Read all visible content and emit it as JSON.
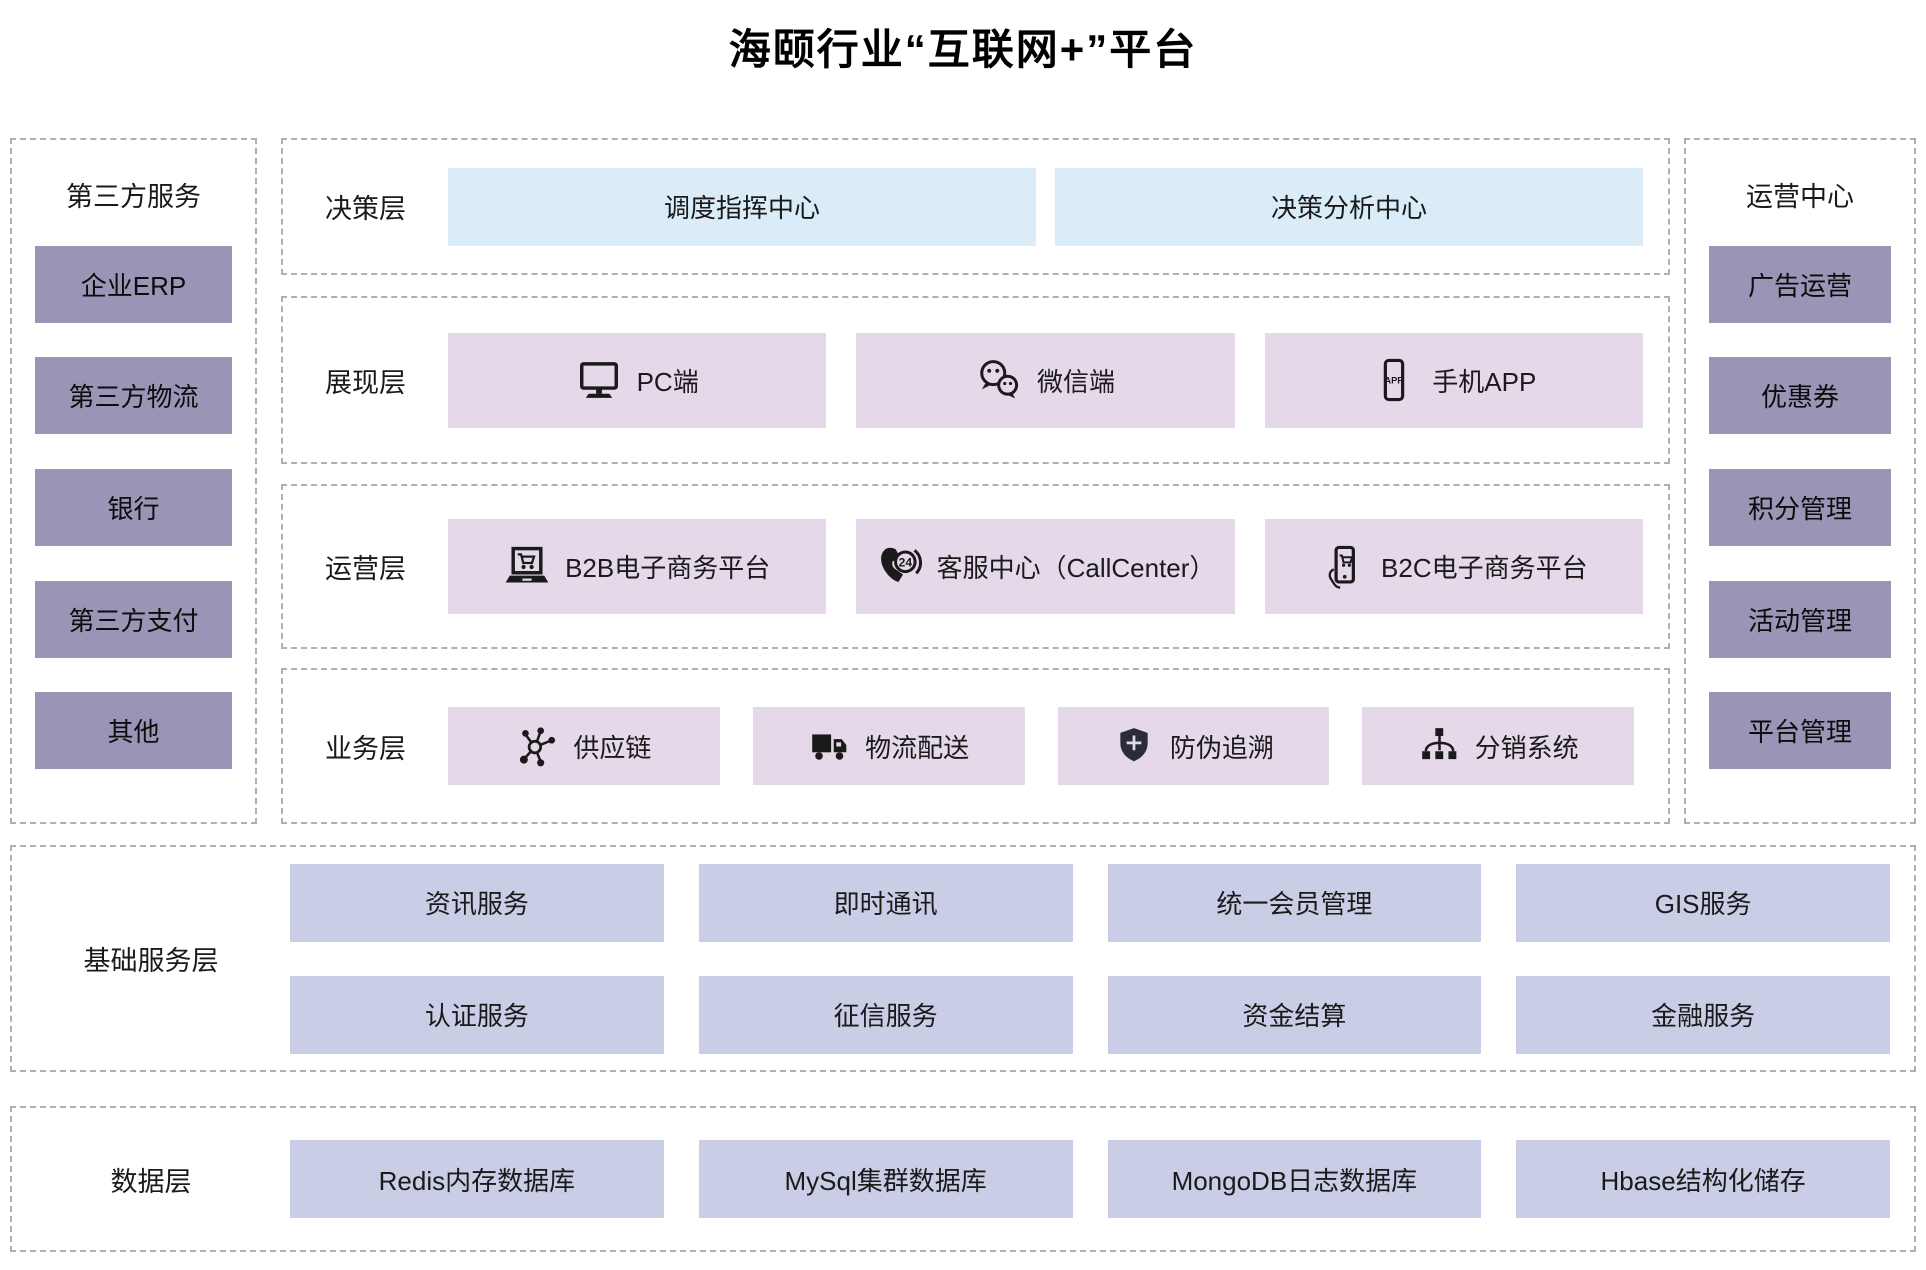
{
  "title": "海颐行业“互联网+”平台",
  "colors": {
    "decision_box": "#d9ecf8",
    "middle_box": "#e5d8e8",
    "side_box": "#9c94b6",
    "bottom_box": "#c9cde6",
    "dashed_border": "#b0b0b0",
    "text": "#1a1a1a"
  },
  "left_panel": {
    "title": "第三方服务",
    "items": [
      "企业ERP",
      "第三方物流",
      "银行",
      "第三方支付",
      "其他"
    ]
  },
  "right_panel": {
    "title": "运营中心",
    "items": [
      "广告运营",
      "优惠券",
      "积分管理",
      "活动管理",
      "平台管理"
    ]
  },
  "layers": {
    "decision": {
      "label": "决策层",
      "items": [
        {
          "label": "调度指挥中心"
        },
        {
          "label": "决策分析中心"
        }
      ]
    },
    "presentation": {
      "label": "展现层",
      "items": [
        {
          "label": "PC端",
          "icon": "monitor-icon"
        },
        {
          "label": "微信端",
          "icon": "wechat-icon"
        },
        {
          "label": "手机APP",
          "icon": "smartphone-app-icon"
        }
      ]
    },
    "operation": {
      "label": "运营层",
      "items": [
        {
          "label": "B2B电子商务平台",
          "icon": "laptop-cart-icon"
        },
        {
          "label": "客服中心（CallCenter）",
          "icon": "phone-24-icon"
        },
        {
          "label": "B2C电子商务平台",
          "icon": "phone-cart-icon"
        }
      ]
    },
    "business": {
      "label": "业务层",
      "items": [
        {
          "label": "供应链",
          "icon": "supply-network-icon"
        },
        {
          "label": "物流配送",
          "icon": "truck-icon"
        },
        {
          "label": "防伪追溯",
          "icon": "shield-plus-icon"
        },
        {
          "label": "分销系统",
          "icon": "hierarchy-icon"
        }
      ]
    }
  },
  "base_service_layer": {
    "label": "基础服务层",
    "rows": [
      [
        "资讯服务",
        "即时通讯",
        "统一会员管理",
        "GIS服务"
      ],
      [
        "认证服务",
        "征信服务",
        "资金结算",
        "金融服务"
      ]
    ]
  },
  "data_layer": {
    "label": "数据层",
    "items": [
      "Redis内存数据库",
      "MySql集群数据库",
      "MongoDB日志数据库",
      "Hbase结构化储存"
    ]
  }
}
